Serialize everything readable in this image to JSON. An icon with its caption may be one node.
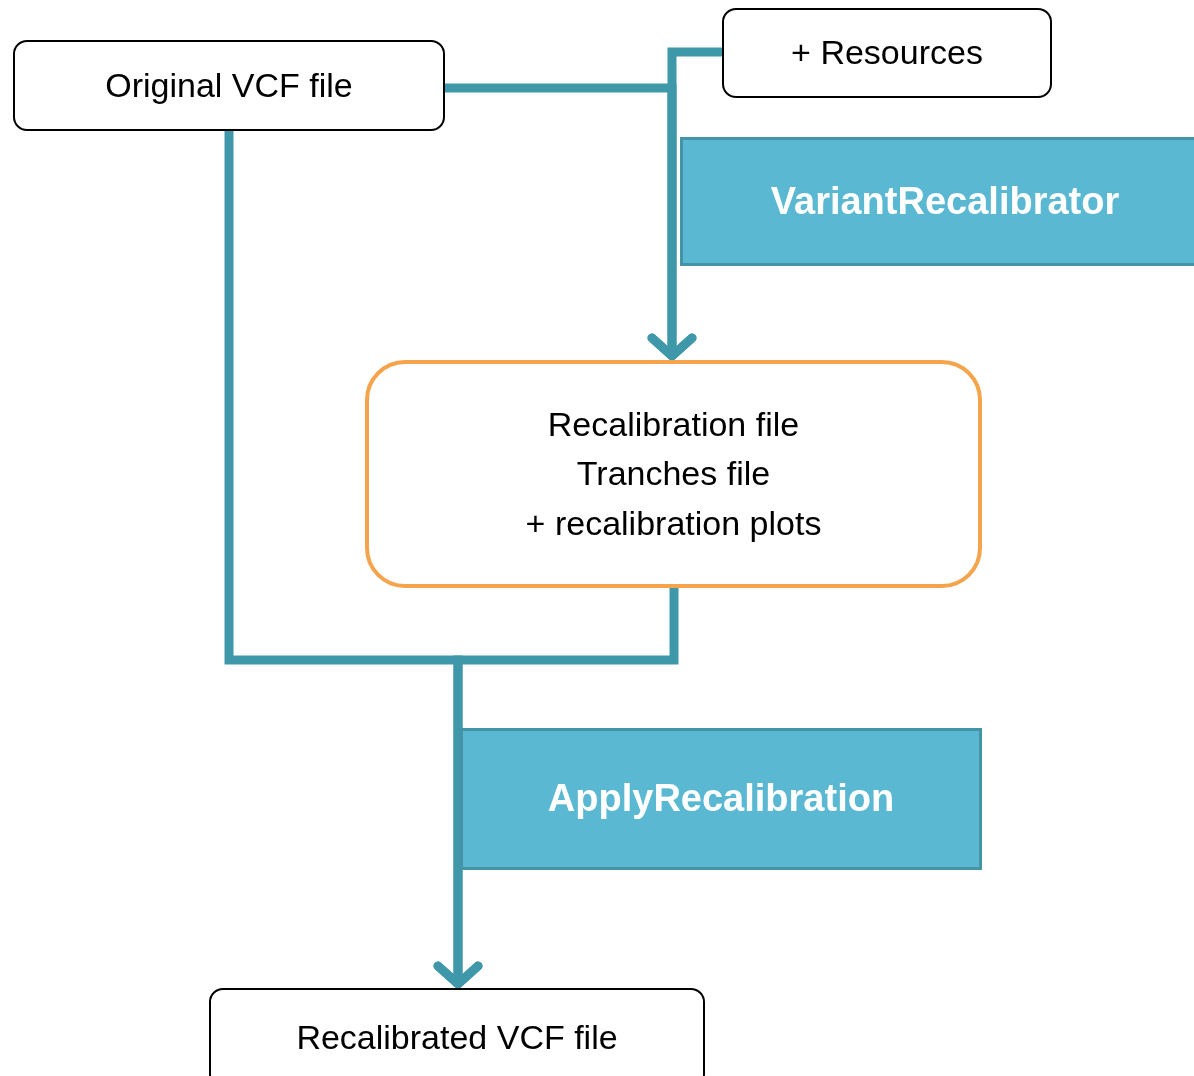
{
  "diagram": {
    "nodes": [
      {
        "text": [
          "Original VCF file"
        ]
      },
      {
        "text": [
          "+ Resources"
        ]
      },
      {
        "text": [
          "VariantRecalibrator"
        ]
      },
      {
        "text": [
          "Recalibration file",
          "Tranches file",
          "+ recalibration plots"
        ]
      },
      {
        "text": [
          "ApplyRecalibration"
        ]
      },
      {
        "text": [
          "Recalibrated VCF file"
        ]
      }
    ],
    "edges": [
      {
        "from": 0,
        "to": 3,
        "arrow": "to"
      },
      {
        "from": 1,
        "to": 3,
        "arrow": "to"
      },
      {
        "from": 0,
        "to": 5,
        "arrow": "to"
      },
      {
        "from": 3,
        "to": 5,
        "arrow": "to"
      }
    ]
  }
}
